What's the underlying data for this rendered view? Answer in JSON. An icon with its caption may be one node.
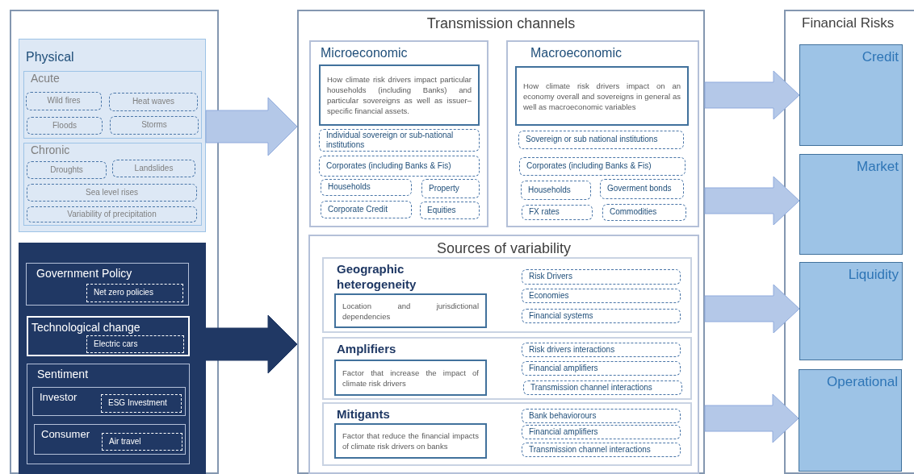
{
  "diagram": {
    "nodes": [
      {
        "text": [],
        "shape": "box"
      },
      {
        "text": [
          "Physical"
        ],
        "in": 0
      },
      {
        "text": [
          "Acute"
        ],
        "in": 1
      },
      {
        "text": [
          "Wild fires"
        ],
        "in": 2
      },
      {
        "text": [
          "Heat waves"
        ],
        "in": 2
      },
      {
        "text": [
          "Floods"
        ],
        "in": 2
      },
      {
        "text": [
          "Storms"
        ],
        "in": 2
      },
      {
        "text": [
          "Chronic"
        ],
        "in": 1
      },
      {
        "text": [
          "Droughts"
        ],
        "in": 7
      },
      {
        "text": [
          "Landslides"
        ],
        "in": 7
      },
      {
        "text": [
          "Sea level rises"
        ],
        "in": 7
      },
      {
        "text": [
          "Variability of precipitation"
        ],
        "in": 7
      },
      {
        "text": [],
        "shape": "box",
        "in": 0
      },
      {
        "text": [
          "Government Policy"
        ],
        "in": 12
      },
      {
        "text": [
          "Net zero policies"
        ],
        "in": 13
      },
      {
        "text": [
          "Technological change"
        ],
        "in": 12
      },
      {
        "text": [
          "Electric cars"
        ],
        "in": 15
      },
      {
        "text": [
          "Sentiment"
        ],
        "in": 12
      },
      {
        "text": [
          "Investor"
        ],
        "in": 17
      },
      {
        "text": [
          "ESG Investment"
        ],
        "in": 18
      },
      {
        "text": [
          "Consumer"
        ],
        "in": 17
      },
      {
        "text": [
          "Air travel"
        ],
        "in": 20
      },
      {
        "text": [
          "Transmission channels"
        ]
      },
      {
        "text": [
          "Microeconomic"
        ],
        "in": 22
      },
      {
        "text": [
          "How climate risk drivers impact particular households (including Banks) and particular sovereigns as well as issuer–specific financial assets."
        ],
        "in": 23
      },
      {
        "text": [
          "Individual sovereign or sub-national institutions"
        ],
        "in": 23
      },
      {
        "text": [
          "Corporates (including Banks & Fis)"
        ],
        "in": 23
      },
      {
        "text": [
          "Households"
        ],
        "in": 23
      },
      {
        "text": [
          "Property"
        ],
        "in": 23
      },
      {
        "text": [
          "Corporate Credit"
        ],
        "in": 23
      },
      {
        "text": [
          "Equities"
        ],
        "in": 23
      },
      {
        "text": [
          "Macroeconomic"
        ],
        "in": 22
      },
      {
        "text": [
          "How climate risk drivers impact on an economy overall and sovereigns in general as well as macroeconomic variables"
        ],
        "in": 31
      },
      {
        "text": [
          "Sovereign or sub national institutions"
        ],
        "in": 31
      },
      {
        "text": [
          "Corporates (including Banks & Fis)"
        ],
        "in": 31
      },
      {
        "text": [
          "Households"
        ],
        "in": 31
      },
      {
        "text": [
          "Goverment bonds"
        ],
        "in": 31
      },
      {
        "text": [
          "FX rates"
        ],
        "in": 31
      },
      {
        "text": [
          "Commodities"
        ],
        "in": 31
      },
      {
        "text": [
          "Sources of variability"
        ],
        "in": 22
      },
      {
        "text": [
          "Geographic heterogeneity"
        ],
        "in": 39
      },
      {
        "text": [
          "Location and jurisdictional dependencies"
        ],
        "in": 40
      },
      {
        "text": [
          "Risk Drivers"
        ],
        "in": 40
      },
      {
        "text": [
          "Economies"
        ],
        "in": 40
      },
      {
        "text": [
          "Financial systems"
        ],
        "in": 40
      },
      {
        "text": [
          "Amplifiers"
        ],
        "in": 39
      },
      {
        "text": [
          "Factor that increase the impact of climate risk drivers"
        ],
        "in": 45
      },
      {
        "text": [
          "Risk drivers interactions"
        ],
        "in": 45
      },
      {
        "text": [
          "Financial amplifiers"
        ],
        "in": 45
      },
      {
        "text": [
          "Transmission channel interactions"
        ],
        "in": 45
      },
      {
        "text": [
          "Mitigants"
        ],
        "in": 39
      },
      {
        "text": [
          "Factor that reduce the financial impacts of climate risk drivers on banks"
        ],
        "in": 50
      },
      {
        "text": [
          "Bank behaviorours"
        ],
        "in": 50
      },
      {
        "text": [
          "Financial amplifiers"
        ],
        "in": 50
      },
      {
        "text": [
          "Transmission channel interactions"
        ],
        "in": 50
      },
      {
        "text": [
          "Financial Risks"
        ]
      },
      {
        "text": [
          "Credit"
        ],
        "in": 55
      },
      {
        "text": [
          "Market"
        ],
        "in": 55
      },
      {
        "text": [
          "Liquidity"
        ],
        "in": 55
      },
      {
        "text": [
          "Operational"
        ],
        "in": 55
      }
    ],
    "edges": [
      {
        "from": 1,
        "to": 22,
        "arrow": "to"
      },
      {
        "from": 12,
        "to": 22,
        "arrow": "to",
        "color": "#203864"
      },
      {
        "from": 22,
        "to": 56,
        "arrow": "to"
      },
      {
        "from": 22,
        "to": 57,
        "arrow": "to"
      },
      {
        "from": 22,
        "to": 58,
        "arrow": "to"
      },
      {
        "from": 22,
        "to": 59,
        "arrow": "to"
      }
    ]
  }
}
